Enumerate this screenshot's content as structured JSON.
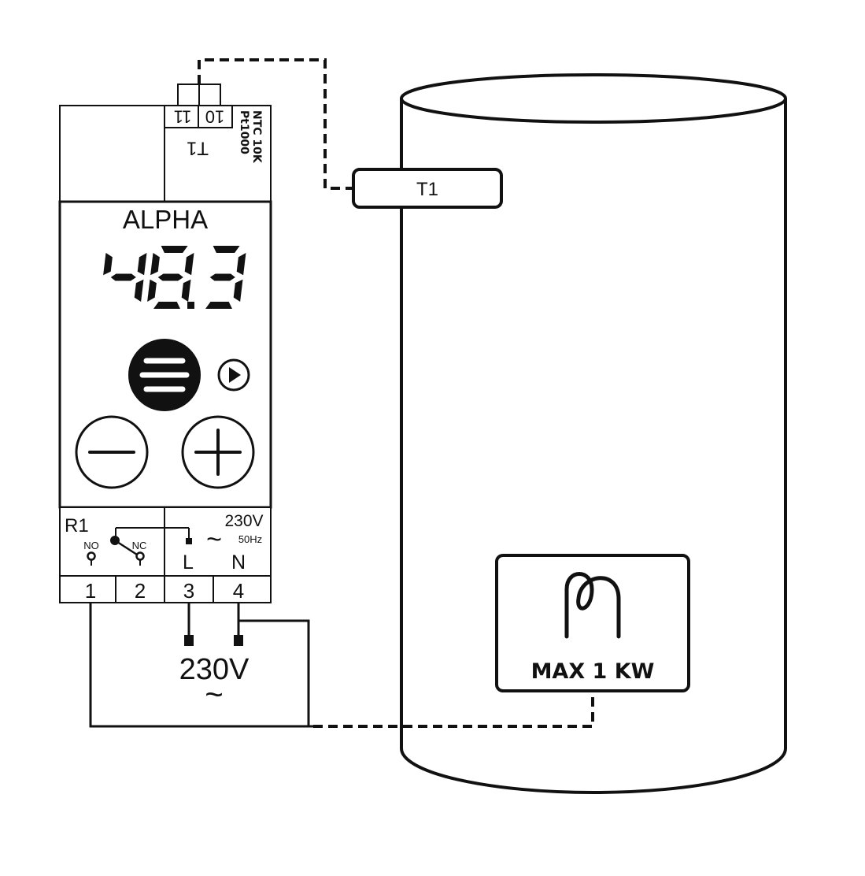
{
  "controller": {
    "brand": "ALPHA",
    "display_value": "48.3",
    "menu_button_icon": "menu-icon",
    "next_button_icon": "play-circle-icon",
    "minus_button_icon": "minus-icon",
    "plus_button_icon": "plus-icon"
  },
  "sensor_block": {
    "terminals": [
      "10",
      "11"
    ],
    "label": "T1",
    "type_line1": "NTC 10K",
    "type_line2": "Pt1000"
  },
  "relay_block": {
    "relay_label": "R1",
    "no_label": "NO",
    "nc_label": "NC",
    "supply_voltage": "230V",
    "supply_freq": "50Hz",
    "l_label": "L",
    "n_label": "N",
    "ac_symbol": "~",
    "terminals": [
      "1",
      "2",
      "3",
      "4"
    ]
  },
  "supply": {
    "voltage": "230V",
    "symbol": "~"
  },
  "tank": {
    "sensor_label": "T1",
    "heater_label": "MAX 1 KW",
    "heater_icon": "heating-coil-icon"
  },
  "colors": {
    "line": "#111111",
    "background": "#ffffff"
  }
}
